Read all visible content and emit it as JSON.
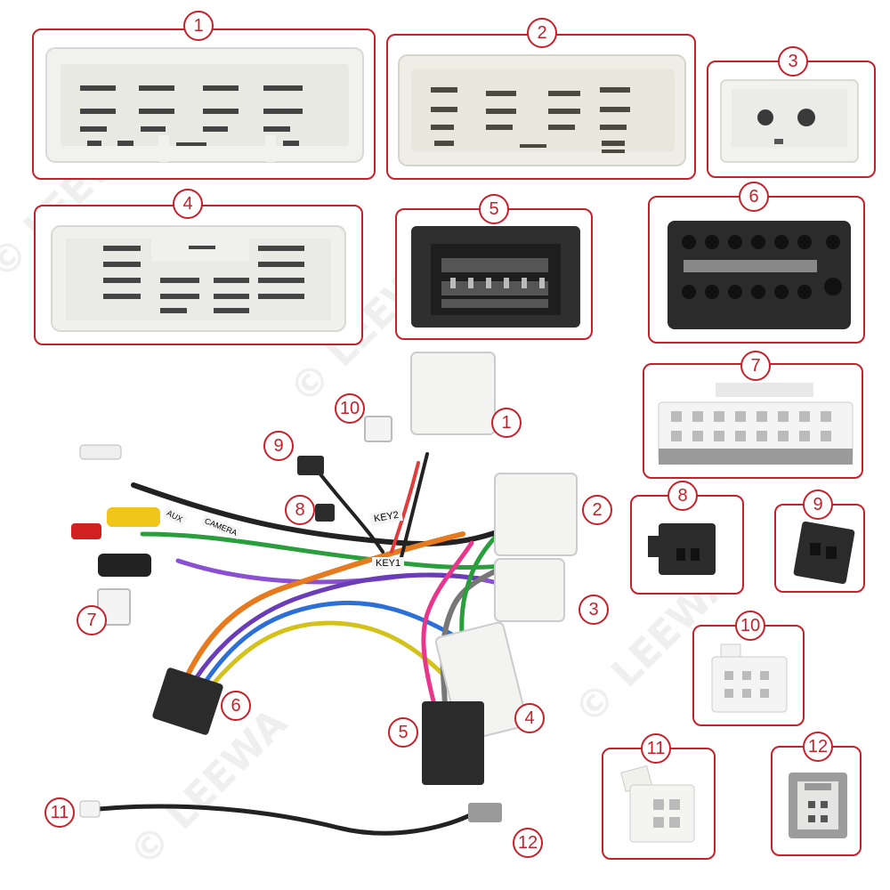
{
  "callouts": [
    "1",
    "2",
    "3",
    "4",
    "5",
    "6",
    "7",
    "8",
    "9",
    "10",
    "11",
    "12"
  ],
  "harness_labels": {
    "key1": "KEY1",
    "key2": "KEY2",
    "camera": "CAMERA",
    "aux": "AUX"
  },
  "watermark": "© LEEWA",
  "colors": {
    "accent": "#c8202a",
    "connector_white": "#f1f1ee",
    "connector_black": "#2b2b2b"
  }
}
